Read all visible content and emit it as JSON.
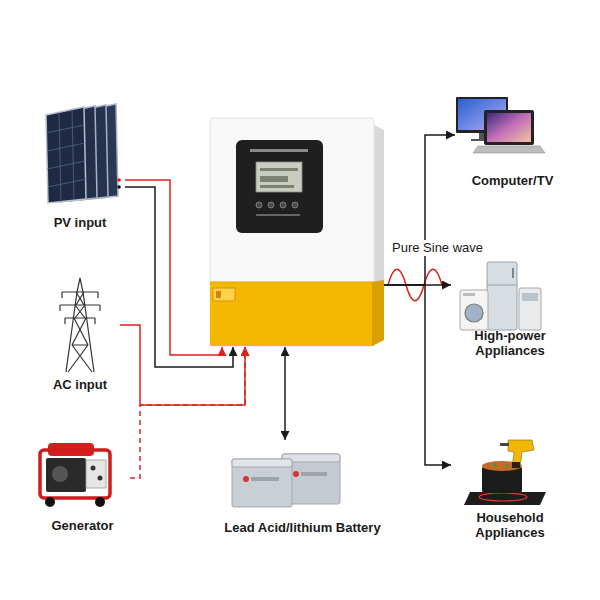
{
  "diagram": {
    "nodes": [
      {
        "text": [
          "PV input"
        ]
      },
      {
        "text": []
      },
      {
        "text": [
          "Computer/TV"
        ]
      },
      {
        "text": [
          "High-power Appliances"
        ]
      },
      {
        "text": [
          "AC input"
        ]
      },
      {
        "text": [
          "Generator"
        ]
      },
      {
        "text": [
          "Lead Acid/lithium Battery"
        ]
      },
      {
        "text": [
          "Household Appliances"
        ]
      }
    ],
    "edges": [
      {
        "from": 0,
        "to": 1,
        "arrow": "to"
      },
      {
        "from": 4,
        "to": 1,
        "arrow": "to"
      },
      {
        "from": 5,
        "to": 1,
        "arrow": "to"
      },
      {
        "from": 1,
        "to": 6,
        "arrow": "both"
      },
      {
        "from": 1,
        "to": 2,
        "arrow": "to"
      },
      {
        "from": 1,
        "to": 3,
        "arrow": "to",
        "label": "Pure Sine wave"
      },
      {
        "from": 1,
        "to": 7,
        "arrow": "to"
      }
    ]
  }
}
